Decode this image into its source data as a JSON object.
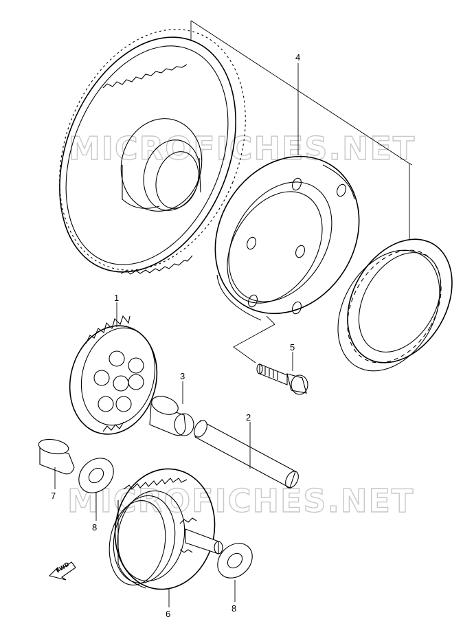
{
  "diagram": {
    "watermark": "MICROFICHES.NET",
    "direction_label": "FWD",
    "callouts": [
      {
        "id": "callout-4",
        "label": "4"
      },
      {
        "id": "callout-1",
        "label": "1"
      },
      {
        "id": "callout-3",
        "label": "3"
      },
      {
        "id": "callout-2",
        "label": "2"
      },
      {
        "id": "callout-5",
        "label": "5"
      },
      {
        "id": "callout-7",
        "label": "7"
      },
      {
        "id": "callout-8a",
        "label": "8"
      },
      {
        "id": "callout-6",
        "label": "6"
      },
      {
        "id": "callout-8b",
        "label": "8"
      }
    ]
  }
}
